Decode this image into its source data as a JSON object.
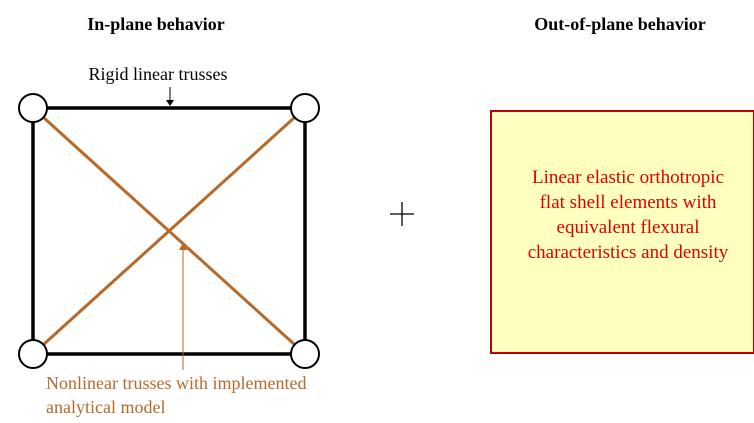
{
  "headings": {
    "in_plane": "In-plane behavior",
    "out_of_plane": "Out-of-plane behavior"
  },
  "labels": {
    "rigid_trusses": "Rigid linear trusses",
    "nonlinear_line1": "Nonlinear trusses with implemented",
    "nonlinear_line2": "analytical model"
  },
  "operator": {
    "plus": "+"
  },
  "shell_box": {
    "lines": [
      "Linear elastic orthotropic",
      "flat shell elements with",
      "equivalent flexural",
      "characteristics and density"
    ]
  },
  "colors": {
    "frame": "#000000",
    "diagonal": "#b8692a",
    "nonlinear_text": "#b8692a",
    "box_fill": "#ffffc0",
    "box_border": "#c00000",
    "box_text": "#e00000"
  }
}
